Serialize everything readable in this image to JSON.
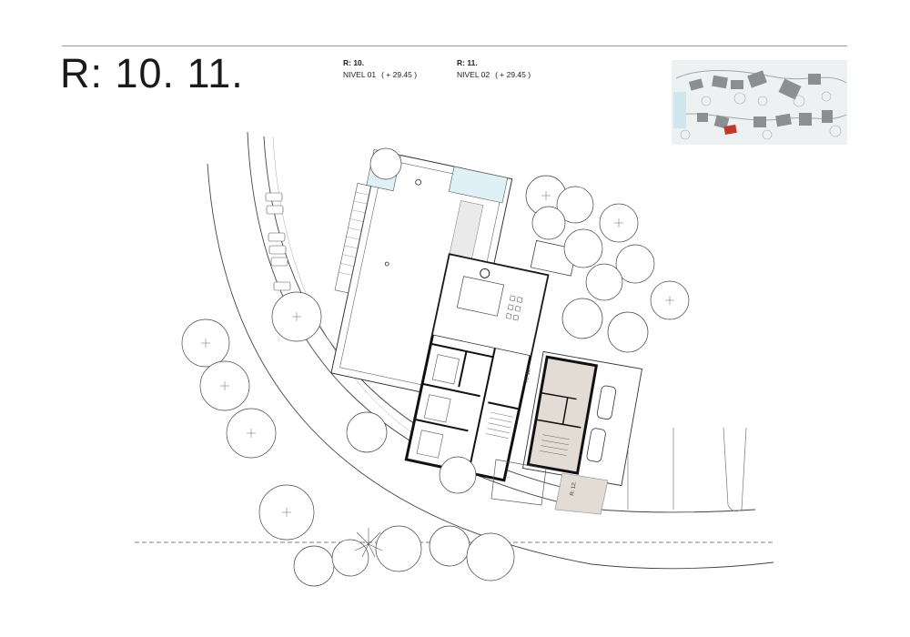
{
  "sheet": {
    "title": "R: 10. 11."
  },
  "levels": [
    {
      "code": "R: 10.",
      "name": "NIVEL 01",
      "elevation": "( + 29.45 )"
    },
    {
      "code": "R: 11.",
      "name": "NIVEL 02",
      "elevation": "( + 29.45 )"
    }
  ],
  "plan_labels": {
    "unit_11": "R: 11.",
    "unit_12": "R: 12."
  },
  "colors": {
    "line": "#333333",
    "wall": "#111111",
    "highlight_fill": "#e2dcd5",
    "keymap_accent": "#c0392b"
  }
}
